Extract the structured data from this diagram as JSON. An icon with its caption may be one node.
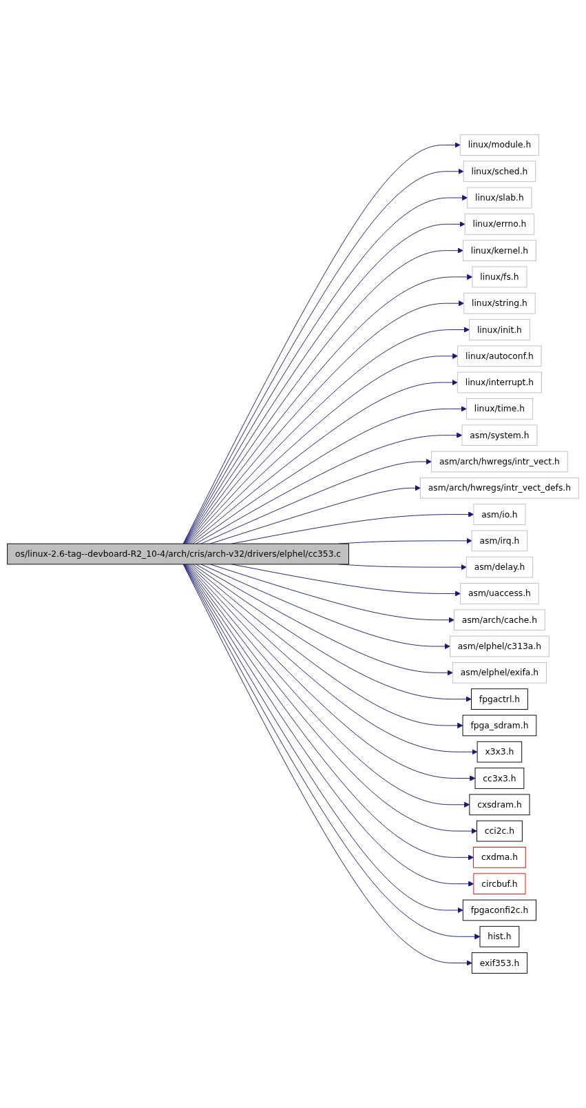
{
  "diagram": {
    "nodes": [
      {
        "text": [
          "os/linux-2.6-tag--devboard-R2_10-4/arch/cris/arch-v32/drivers/elphel/cc353.c"
        ]
      },
      {
        "text": [
          "linux/module.h"
        ]
      },
      {
        "text": [
          "linux/sched.h"
        ]
      },
      {
        "text": [
          "linux/slab.h"
        ]
      },
      {
        "text": [
          "linux/errno.h"
        ]
      },
      {
        "text": [
          "linux/kernel.h"
        ]
      },
      {
        "text": [
          "linux/fs.h"
        ]
      },
      {
        "text": [
          "linux/string.h"
        ]
      },
      {
        "text": [
          "linux/init.h"
        ]
      },
      {
        "text": [
          "linux/autoconf.h"
        ]
      },
      {
        "text": [
          "linux/interrupt.h"
        ]
      },
      {
        "text": [
          "linux/time.h"
        ]
      },
      {
        "text": [
          "asm/system.h"
        ]
      },
      {
        "text": [
          "asm/arch/hwregs/intr_vect.h"
        ]
      },
      {
        "text": [
          "asm/arch/hwregs/intr_vect_defs.h"
        ]
      },
      {
        "text": [
          "asm/io.h"
        ]
      },
      {
        "text": [
          "asm/irq.h"
        ]
      },
      {
        "text": [
          "asm/delay.h"
        ]
      },
      {
        "text": [
          "asm/uaccess.h"
        ]
      },
      {
        "text": [
          "asm/arch/cache.h"
        ]
      },
      {
        "text": [
          "asm/elphel/c313a.h"
        ]
      },
      {
        "text": [
          "asm/elphel/exifa.h"
        ]
      },
      {
        "text": [
          "fpgactrl.h"
        ]
      },
      {
        "text": [
          "fpga_sdram.h"
        ]
      },
      {
        "text": [
          "x3x3.h"
        ]
      },
      {
        "text": [
          "cc3x3.h"
        ]
      },
      {
        "text": [
          "cxsdram.h"
        ]
      },
      {
        "text": [
          "cci2c.h"
        ]
      },
      {
        "text": [
          "cxdma.h"
        ]
      },
      {
        "text": [
          "circbuf.h"
        ]
      },
      {
        "text": [
          "fpgaconfi2c.h"
        ]
      },
      {
        "text": [
          "hist.h"
        ]
      },
      {
        "text": [
          "exif353.h"
        ]
      }
    ],
    "edges": [
      {
        "from": 0,
        "to": 1,
        "arrow": "to"
      },
      {
        "from": 0,
        "to": 2,
        "arrow": "to"
      },
      {
        "from": 0,
        "to": 3,
        "arrow": "to"
      },
      {
        "from": 0,
        "to": 4,
        "arrow": "to"
      },
      {
        "from": 0,
        "to": 5,
        "arrow": "to"
      },
      {
        "from": 0,
        "to": 6,
        "arrow": "to"
      },
      {
        "from": 0,
        "to": 7,
        "arrow": "to"
      },
      {
        "from": 0,
        "to": 8,
        "arrow": "to"
      },
      {
        "from": 0,
        "to": 9,
        "arrow": "to"
      },
      {
        "from": 0,
        "to": 10,
        "arrow": "to"
      },
      {
        "from": 0,
        "to": 11,
        "arrow": "to"
      },
      {
        "from": 0,
        "to": 12,
        "arrow": "to"
      },
      {
        "from": 0,
        "to": 13,
        "arrow": "to"
      },
      {
        "from": 0,
        "to": 14,
        "arrow": "to"
      },
      {
        "from": 0,
        "to": 15,
        "arrow": "to"
      },
      {
        "from": 0,
        "to": 16,
        "arrow": "to"
      },
      {
        "from": 0,
        "to": 17,
        "arrow": "to"
      },
      {
        "from": 0,
        "to": 18,
        "arrow": "to"
      },
      {
        "from": 0,
        "to": 19,
        "arrow": "to"
      },
      {
        "from": 0,
        "to": 20,
        "arrow": "to"
      },
      {
        "from": 0,
        "to": 21,
        "arrow": "to"
      },
      {
        "from": 0,
        "to": 22,
        "arrow": "to"
      },
      {
        "from": 0,
        "to": 23,
        "arrow": "to"
      },
      {
        "from": 0,
        "to": 24,
        "arrow": "to"
      },
      {
        "from": 0,
        "to": 25,
        "arrow": "to"
      },
      {
        "from": 0,
        "to": 26,
        "arrow": "to"
      },
      {
        "from": 0,
        "to": 27,
        "arrow": "to"
      },
      {
        "from": 0,
        "to": 28,
        "arrow": "to"
      },
      {
        "from": 0,
        "to": 29,
        "arrow": "to"
      },
      {
        "from": 0,
        "to": 30,
        "arrow": "to"
      },
      {
        "from": 0,
        "to": 31,
        "arrow": "to"
      },
      {
        "from": 0,
        "to": 32,
        "arrow": "to"
      }
    ]
  }
}
